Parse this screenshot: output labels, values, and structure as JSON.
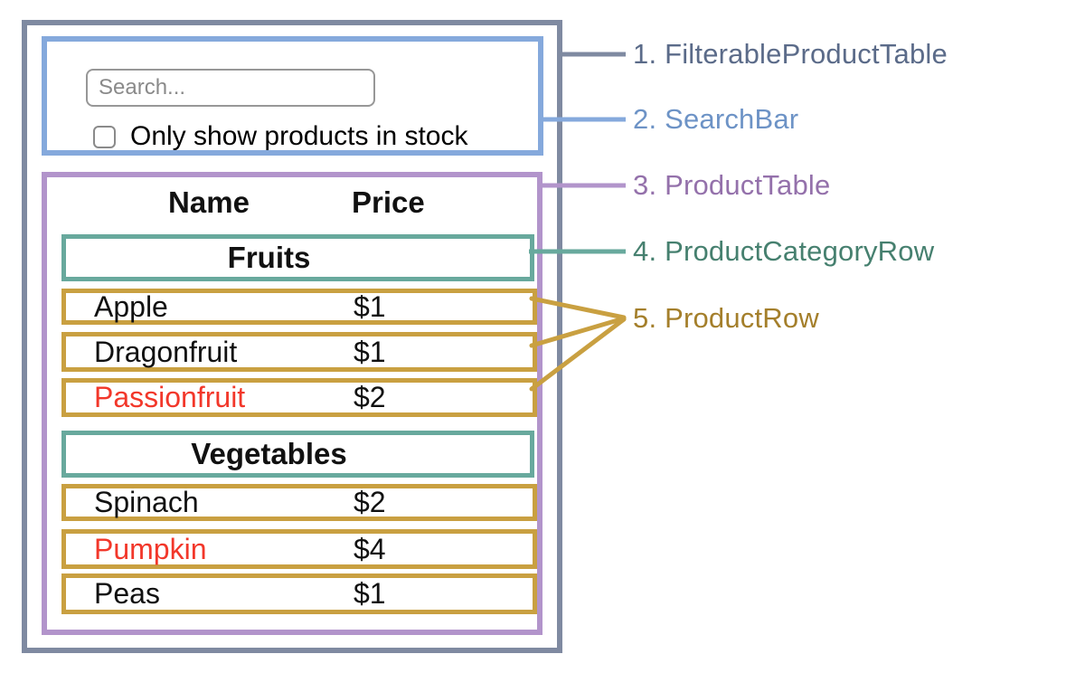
{
  "search_bar": {
    "placeholder": "Search...",
    "checkbox_label": "Only show products in stock",
    "checkbox_checked": false
  },
  "product_table": {
    "name_header": "Name",
    "price_header": "Price",
    "sections": [
      {
        "category": "Fruits",
        "rows": [
          {
            "name": "Apple",
            "price": "$1",
            "in_stock": true
          },
          {
            "name": "Dragonfruit",
            "price": "$1",
            "in_stock": true
          },
          {
            "name": "Passionfruit",
            "price": "$2",
            "in_stock": false
          }
        ]
      },
      {
        "category": "Vegetables",
        "rows": [
          {
            "name": "Spinach",
            "price": "$2",
            "in_stock": true
          },
          {
            "name": "Pumpkin",
            "price": "$4",
            "in_stock": false
          },
          {
            "name": "Peas",
            "price": "$1",
            "in_stock": true
          }
        ]
      }
    ]
  },
  "legend": {
    "items": [
      {
        "text": "1. FilterableProductTable",
        "color": "#5b6b89"
      },
      {
        "text": "2. SearchBar",
        "color": "#6d93c6"
      },
      {
        "text": "3. ProductTable",
        "color": "#9471ab"
      },
      {
        "text": "4. ProductCategoryRow",
        "color": "#46806f"
      },
      {
        "text": "5. ProductRow",
        "color": "#a47f2b"
      }
    ]
  },
  "colors": {
    "filterable_product_table_border": "#7f8aa1",
    "search_bar_border": "#85a9dc",
    "product_table_border": "#b294cb",
    "product_category_row_border": "#68a99d",
    "product_row_border": "#c9a041",
    "out_of_stock_text": "#f2372a"
  }
}
